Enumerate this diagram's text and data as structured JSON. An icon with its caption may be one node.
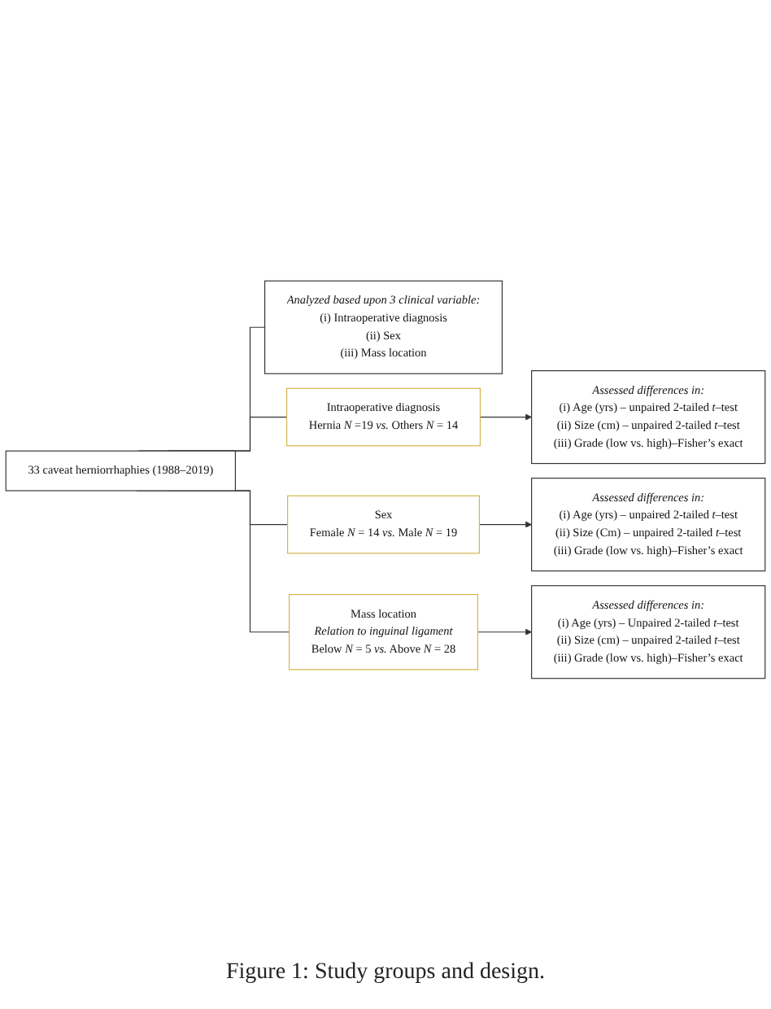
{
  "diagram": {
    "caption": "Figure 1: Study groups and design.",
    "nodes": [
      {
        "text": [
          "33 caveat herniorrhaphies (1988–2019)"
        ]
      },
      {
        "text": [
          "Analyzed based upon 3 clinical variable:",
          "(i) Intraoperative diagnosis",
          "(ii) Sex",
          "(iii) Mass location"
        ]
      },
      {
        "text": [
          "Intraoperative diagnosis",
          "Hernia *N* =19 *vs.* Others *N* = 14"
        ]
      },
      {
        "text": [
          "Assessed differences in:",
          "(i) Age (yrs) – unpaired 2-tailed *t*–test",
          "(ii) Size (cm) – unpaired 2-tailed *t*–test",
          "(iii) Grade (low vs. high)–Fisher’s exact"
        ]
      },
      {
        "text": [
          "Sex",
          "Female *N* = 14 *vs.* Male *N* = 19"
        ]
      },
      {
        "text": [
          "Assessed differences in:",
          "(i) Age (yrs) – unpaired 2-tailed *t*–test",
          "(ii) Size (Cm) – unpaired 2-tailed *t*–test",
          "(iii) Grade (low vs. high)–Fisher’s exact"
        ]
      },
      {
        "text": [
          "Mass location",
          "Relation to inguinal ligament",
          "Below *N* = 5 *vs.* Above *N* = 28"
        ]
      },
      {
        "text": [
          "Assessed differences in:",
          "(i) Age (yrs) – Unpaired 2-tailed *t*–test",
          "(ii) Size (cm) – unpaired 2-tailed *t*–test",
          "(iii) Grade (low vs. high)–Fisher’s exact"
        ]
      }
    ],
    "edges": [
      {
        "from": 0,
        "to": 1,
        "arrow": "none"
      },
      {
        "from": 0,
        "to": 2,
        "arrow": "none"
      },
      {
        "from": 0,
        "to": 4,
        "arrow": "none"
      },
      {
        "from": 0,
        "to": 6,
        "arrow": "none"
      },
      {
        "from": 2,
        "to": 3,
        "arrow": "to"
      },
      {
        "from": 4,
        "to": 5,
        "arrow": "to"
      },
      {
        "from": 6,
        "to": 7,
        "arrow": "to"
      }
    ]
  }
}
